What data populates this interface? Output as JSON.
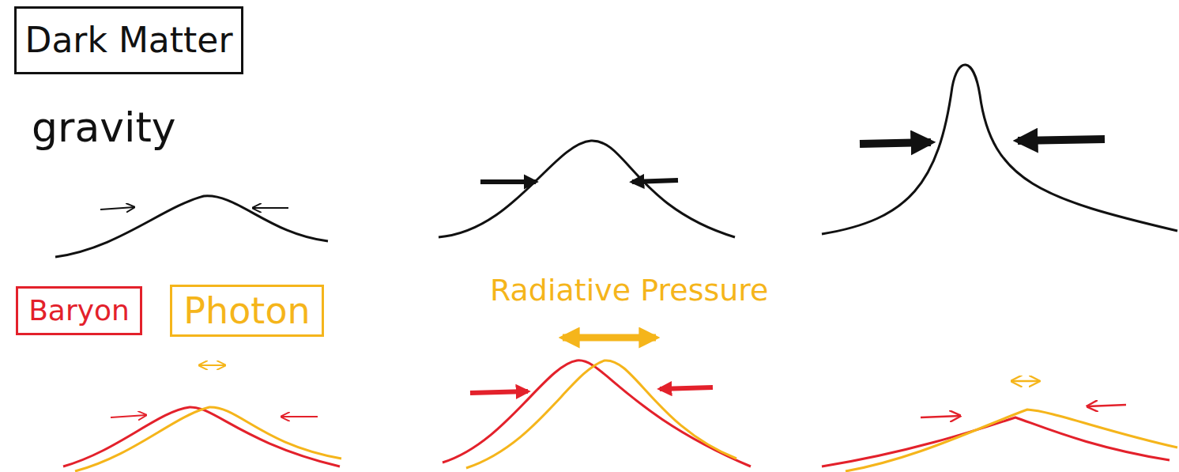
{
  "diagram": {
    "nodes": [
      {
        "text": [
          "Dark Matter"
        ]
      },
      {
        "text": [
          "Baryon"
        ]
      },
      {
        "text": [
          "Photon"
        ]
      }
    ],
    "labels": [
      "gravity",
      "Radiative Pressure"
    ]
  }
}
